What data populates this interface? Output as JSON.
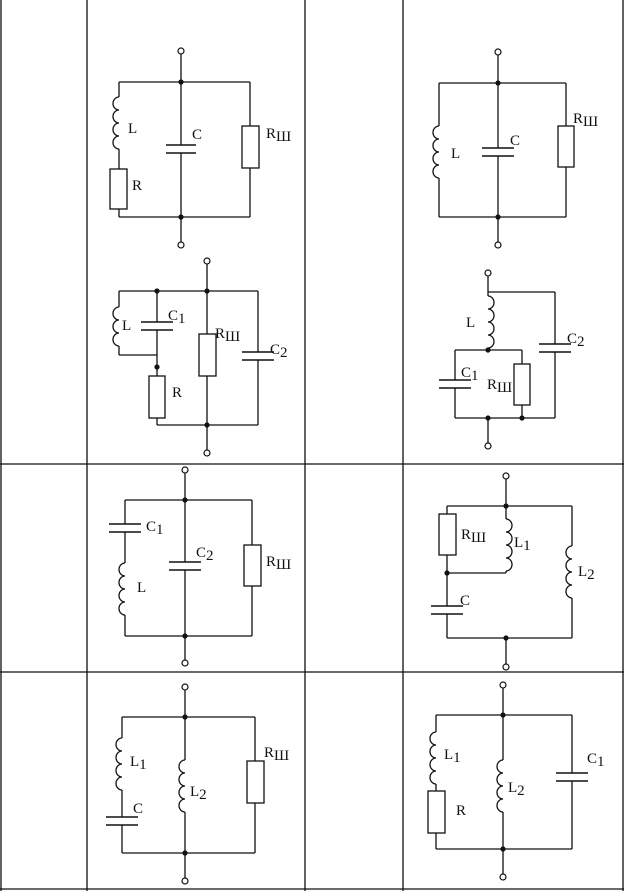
{
  "labels": {
    "L": "L",
    "C": "C",
    "R": "R",
    "R_main": "R",
    "R_sub": "Ш",
    "L1_main": "L",
    "L1_sub": "1",
    "L2_main": "L",
    "L2_sub": "2",
    "C1_main": "C",
    "C1_sub": "1",
    "C2_main": "C",
    "C2_sub": "2"
  }
}
